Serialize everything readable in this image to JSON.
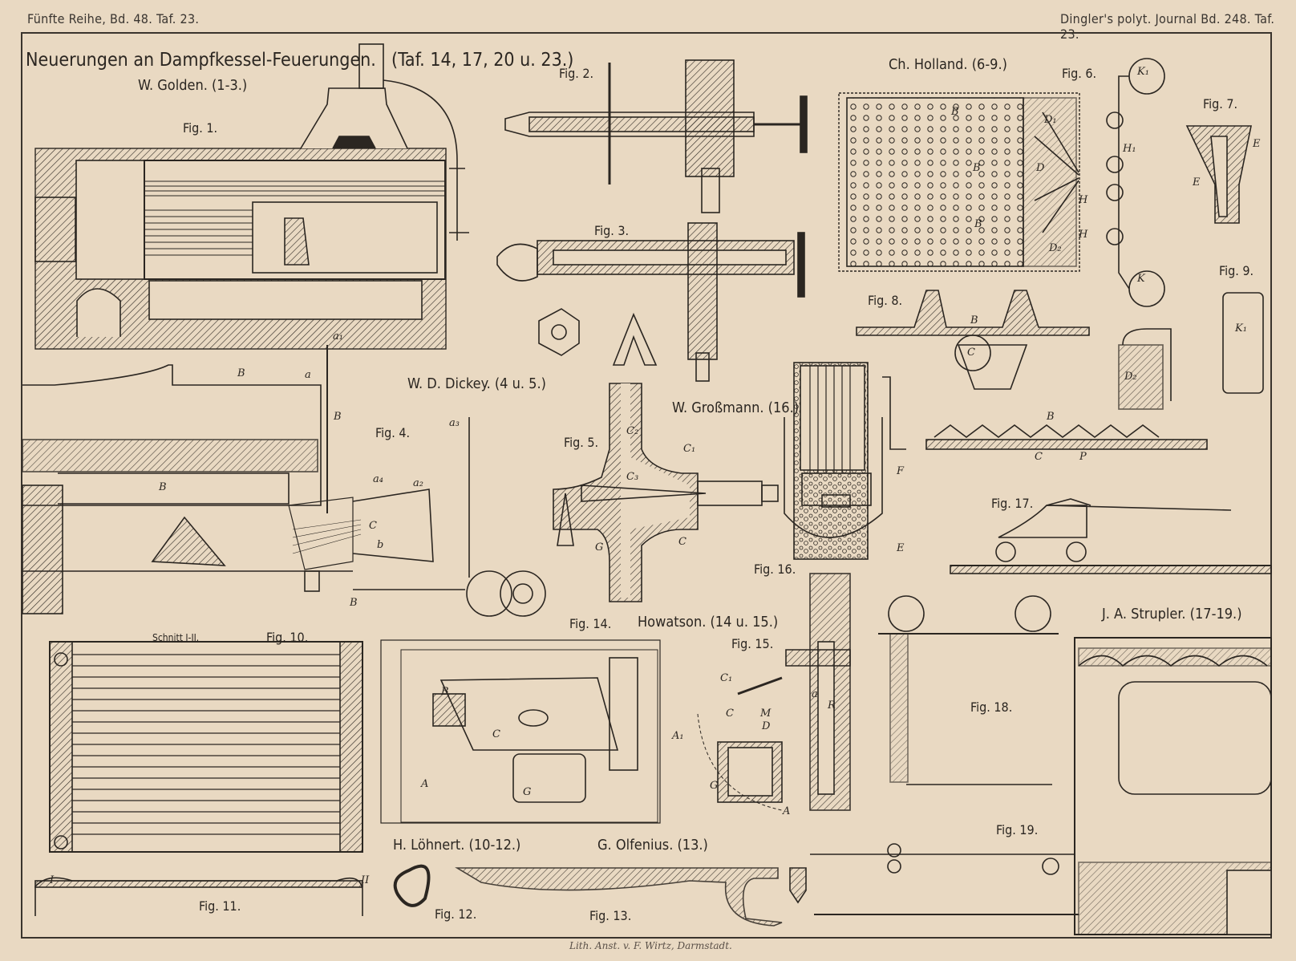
{
  "header": {
    "left": "Fünfte Reihe, Bd. 48. Taf. 23.",
    "right": "Dingler's polyt. Journal Bd. 248. Taf. 23."
  },
  "title": {
    "main": "Neuerungen an Dampfkessel-Feuerungen.",
    "refs": "(Taf. 14, 17, 20 u. 23.)"
  },
  "authors": {
    "golden": "W. Golden. (1-3.)",
    "holland": "Ch. Holland. (6-9.)",
    "dickey": "W. D. Dickey. (4 u. 5.)",
    "grossmann": "W. Großmann. (16.)",
    "howatson": "Howatson. (14 u. 15.)",
    "strupler": "J. A. Strupler. (17-19.)",
    "lohnert": "H. Löhnert. (10-12.)",
    "olfenius": "G. Olfenius. (13.)"
  },
  "figures": {
    "f1": "Fig. 1.",
    "f2": "Fig. 2.",
    "f3": "Fig. 3.",
    "f4": "Fig. 4.",
    "f5": "Fig. 5.",
    "f6": "Fig. 6.",
    "f7": "Fig. 7.",
    "f8": "Fig. 8.",
    "f9": "Fig. 9.",
    "f10": "Fig. 10.",
    "f11": "Fig. 11.",
    "f12": "Fig. 12.",
    "f13": "Fig. 13.",
    "f14": "Fig. 14.",
    "f15": "Fig. 15.",
    "f16": "Fig. 16.",
    "f17": "Fig. 17.",
    "f18": "Fig. 18.",
    "f19": "Fig. 19."
  },
  "section_label": "Schnitt I-II.",
  "imprint": "Lith. Anst. v. F. Wirtz, Darmstadt.",
  "letters": {
    "B": "B",
    "a": "a",
    "a1": "a₁",
    "a2": "a₂",
    "a3": "a₃",
    "a4": "a₄",
    "C": "C",
    "C1": "C₁",
    "C2": "C₂",
    "C3": "C₃",
    "G": "G",
    "H": "H",
    "H1": "H₁",
    "K": "K",
    "K1": "K₁",
    "D": "D",
    "D1": "D₁",
    "D2": "D₂",
    "E": "E",
    "F": "F",
    "P": "P",
    "A": "A",
    "A1": "A₁",
    "R": "R",
    "M": "M",
    "I": "I",
    "II": "II",
    "b": "b"
  },
  "colors": {
    "paper": "#e9d9c2",
    "ink": "#2b2621"
  }
}
